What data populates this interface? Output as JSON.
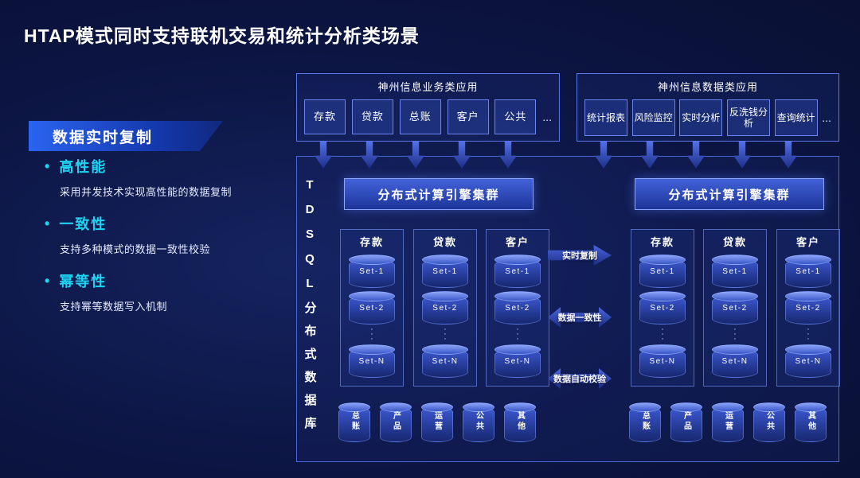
{
  "title": "HTAP模式同时支持联机交易和统计分析类场景",
  "colors": {
    "background": "#0c1543",
    "accent_cyan": "#1ed2f2",
    "panel_border": "#5a78e8",
    "arrow_blue": "#4a66e0",
    "badge_blue": "#2a64f0"
  },
  "left_panel": {
    "badge": "数据实时复制",
    "bullet": "•",
    "features": [
      {
        "heading": "高性能",
        "desc": "采用并发技术实现高性能的数据复制"
      },
      {
        "heading": "一致性",
        "desc": "支持多种模式的数据一致性校验"
      },
      {
        "heading": "幂等性",
        "desc": "支持幂等数据写入机制"
      }
    ]
  },
  "apps": {
    "business": {
      "title": "神州信息业务类应用",
      "items": [
        "存款",
        "贷款",
        "总账",
        "客户",
        "公共"
      ],
      "more": "..."
    },
    "data": {
      "title": "神州信息数据类应用",
      "items": [
        "统计报表",
        "风险监控",
        "实时分析",
        "反洗钱分析",
        "查询统计"
      ],
      "more": "..."
    }
  },
  "database": {
    "vertical_label": "TDSQL分布式数据库",
    "set_dots": "·\n·\n·",
    "clusters": [
      {
        "engine_label": "分布式计算引擎集群",
        "groups": [
          {
            "name": "存款",
            "sets": [
              "Set-1",
              "Set-2",
              "Set-N"
            ]
          },
          {
            "name": "贷款",
            "sets": [
              "Set-1",
              "Set-2",
              "Set-N"
            ]
          },
          {
            "name": "客户",
            "sets": [
              "Set-1",
              "Set-2",
              "Set-N"
            ]
          }
        ],
        "bottom": [
          "总账",
          "产品",
          "运营",
          "公共",
          "其他"
        ]
      },
      {
        "engine_label": "分布式计算引擎集群",
        "groups": [
          {
            "name": "存款",
            "sets": [
              "Set-1",
              "Set-2",
              "Set-N"
            ]
          },
          {
            "name": "贷款",
            "sets": [
              "Set-1",
              "Set-2",
              "Set-N"
            ]
          },
          {
            "name": "客户",
            "sets": [
              "Set-1",
              "Set-2",
              "Set-N"
            ]
          }
        ],
        "bottom": [
          "总账",
          "产品",
          "运营",
          "公共",
          "其他"
        ]
      }
    ],
    "links": [
      {
        "label": "实时复制",
        "direction": "right"
      },
      {
        "label": "数据一致性",
        "direction": "both"
      },
      {
        "label": "数据自动校验",
        "direction": "both"
      }
    ]
  }
}
